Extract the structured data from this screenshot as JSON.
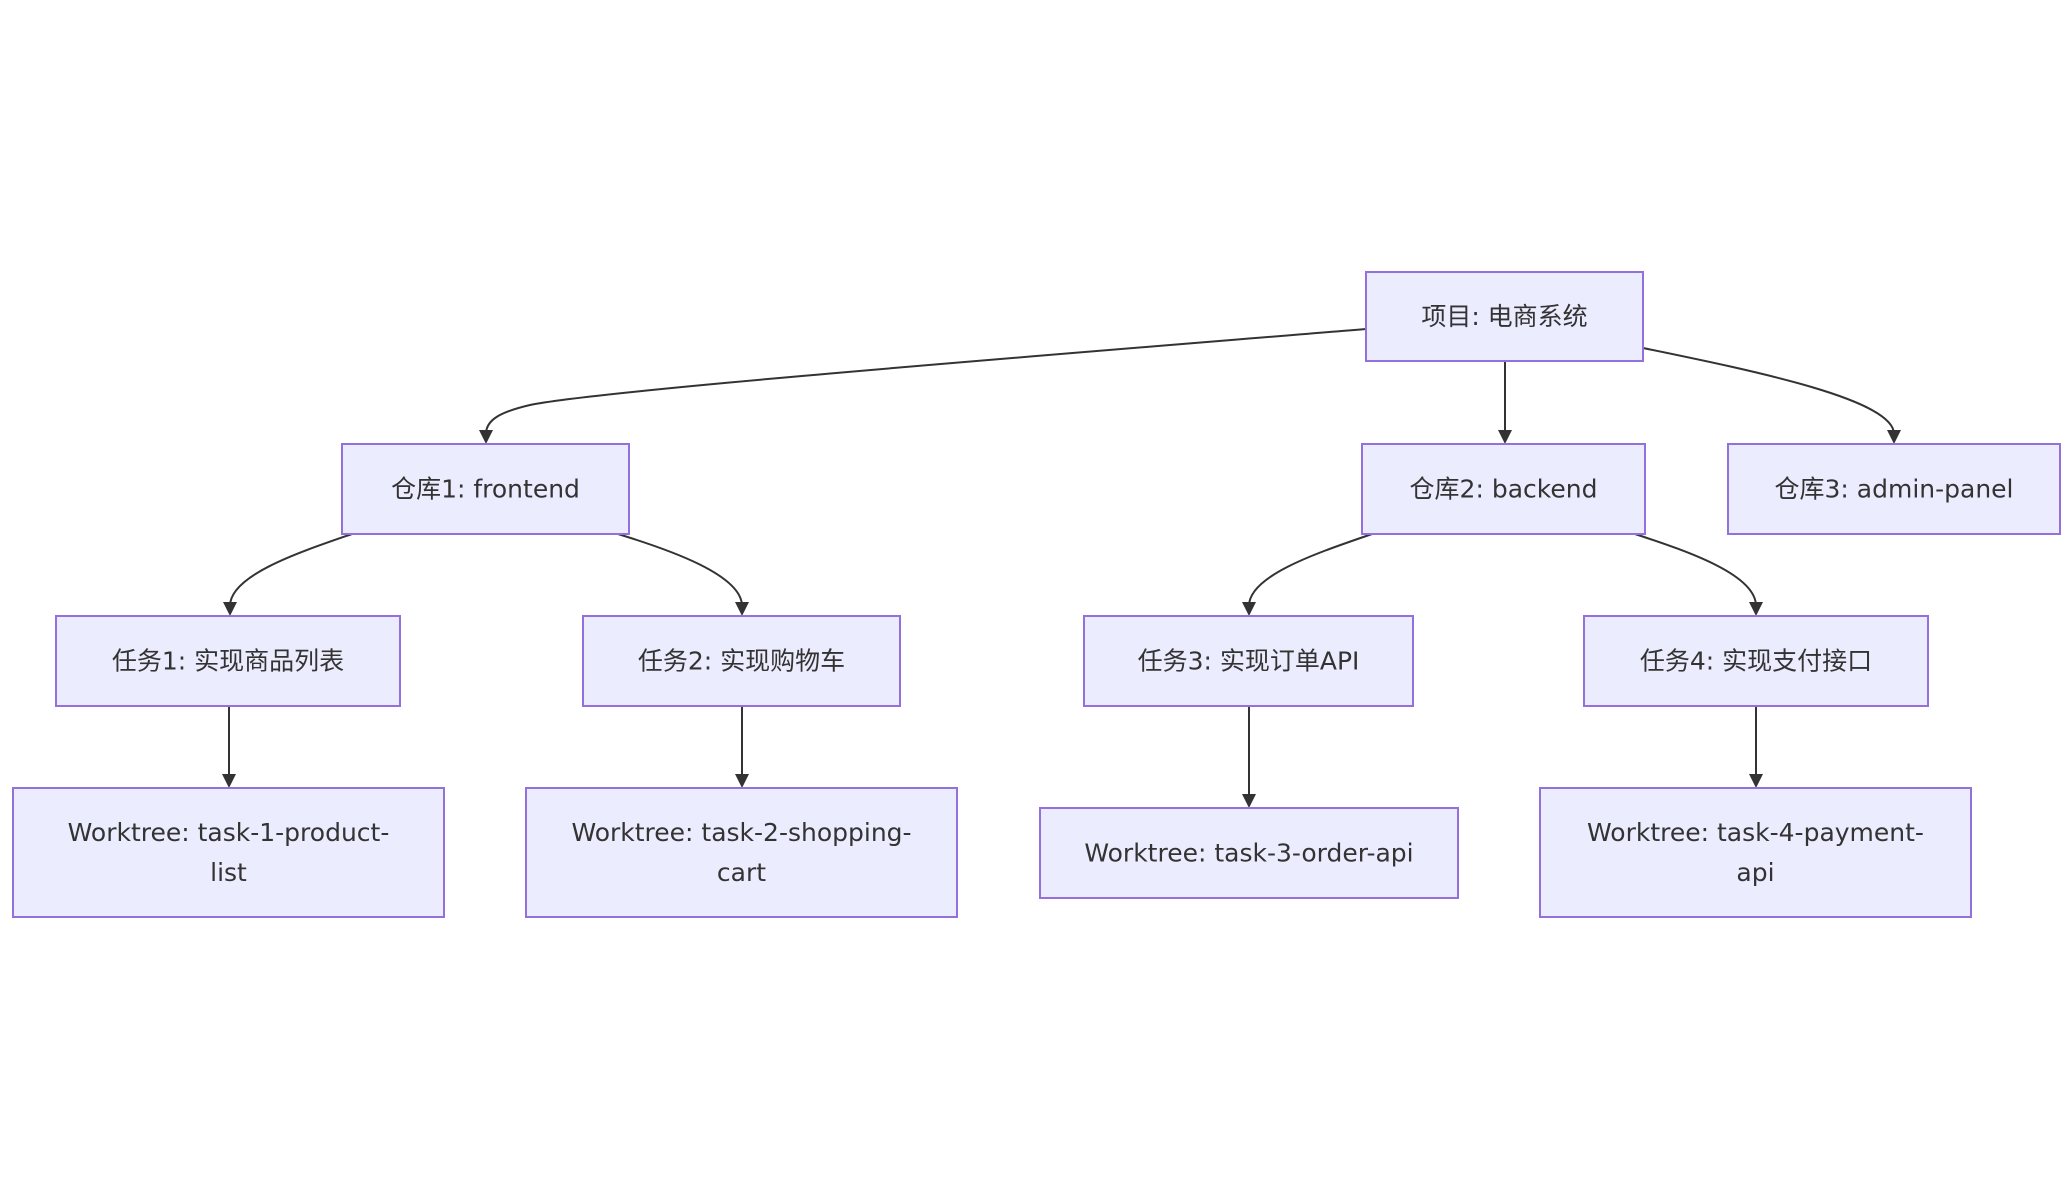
{
  "diagram": {
    "type": "flowchart",
    "direction": "top-down",
    "colors": {
      "node_fill": "#ECECFF",
      "node_border": "#9370DB",
      "edge": "#333333",
      "text": "#333333"
    },
    "nodes": {
      "project": {
        "lines": [
          "项目: 电商系统"
        ]
      },
      "repo1": {
        "lines": [
          "仓库1: frontend"
        ]
      },
      "repo2": {
        "lines": [
          "仓库2: backend"
        ]
      },
      "repo3": {
        "lines": [
          "仓库3: admin-panel"
        ]
      },
      "task1": {
        "lines": [
          "任务1: 实现商品列表"
        ]
      },
      "task2": {
        "lines": [
          "任务2: 实现购物车"
        ]
      },
      "task3": {
        "lines": [
          "任务3: 实现订单API"
        ]
      },
      "task4": {
        "lines": [
          "任务4: 实现支付接口"
        ]
      },
      "wt1": {
        "lines": [
          "Worktree: task-1-product-",
          "list"
        ]
      },
      "wt2": {
        "lines": [
          "Worktree: task-2-shopping-",
          "cart"
        ]
      },
      "wt3": {
        "lines": [
          "Worktree: task-3-order-api"
        ]
      },
      "wt4": {
        "lines": [
          "Worktree: task-4-payment-",
          "api"
        ]
      }
    },
    "edges": [
      {
        "from": "project",
        "to": "repo1"
      },
      {
        "from": "project",
        "to": "repo2"
      },
      {
        "from": "project",
        "to": "repo3"
      },
      {
        "from": "repo1",
        "to": "task1"
      },
      {
        "from": "repo1",
        "to": "task2"
      },
      {
        "from": "repo2",
        "to": "task3"
      },
      {
        "from": "repo2",
        "to": "task4"
      },
      {
        "from": "task1",
        "to": "wt1"
      },
      {
        "from": "task2",
        "to": "wt2"
      },
      {
        "from": "task3",
        "to": "wt3"
      },
      {
        "from": "task4",
        "to": "wt4"
      }
    ]
  }
}
